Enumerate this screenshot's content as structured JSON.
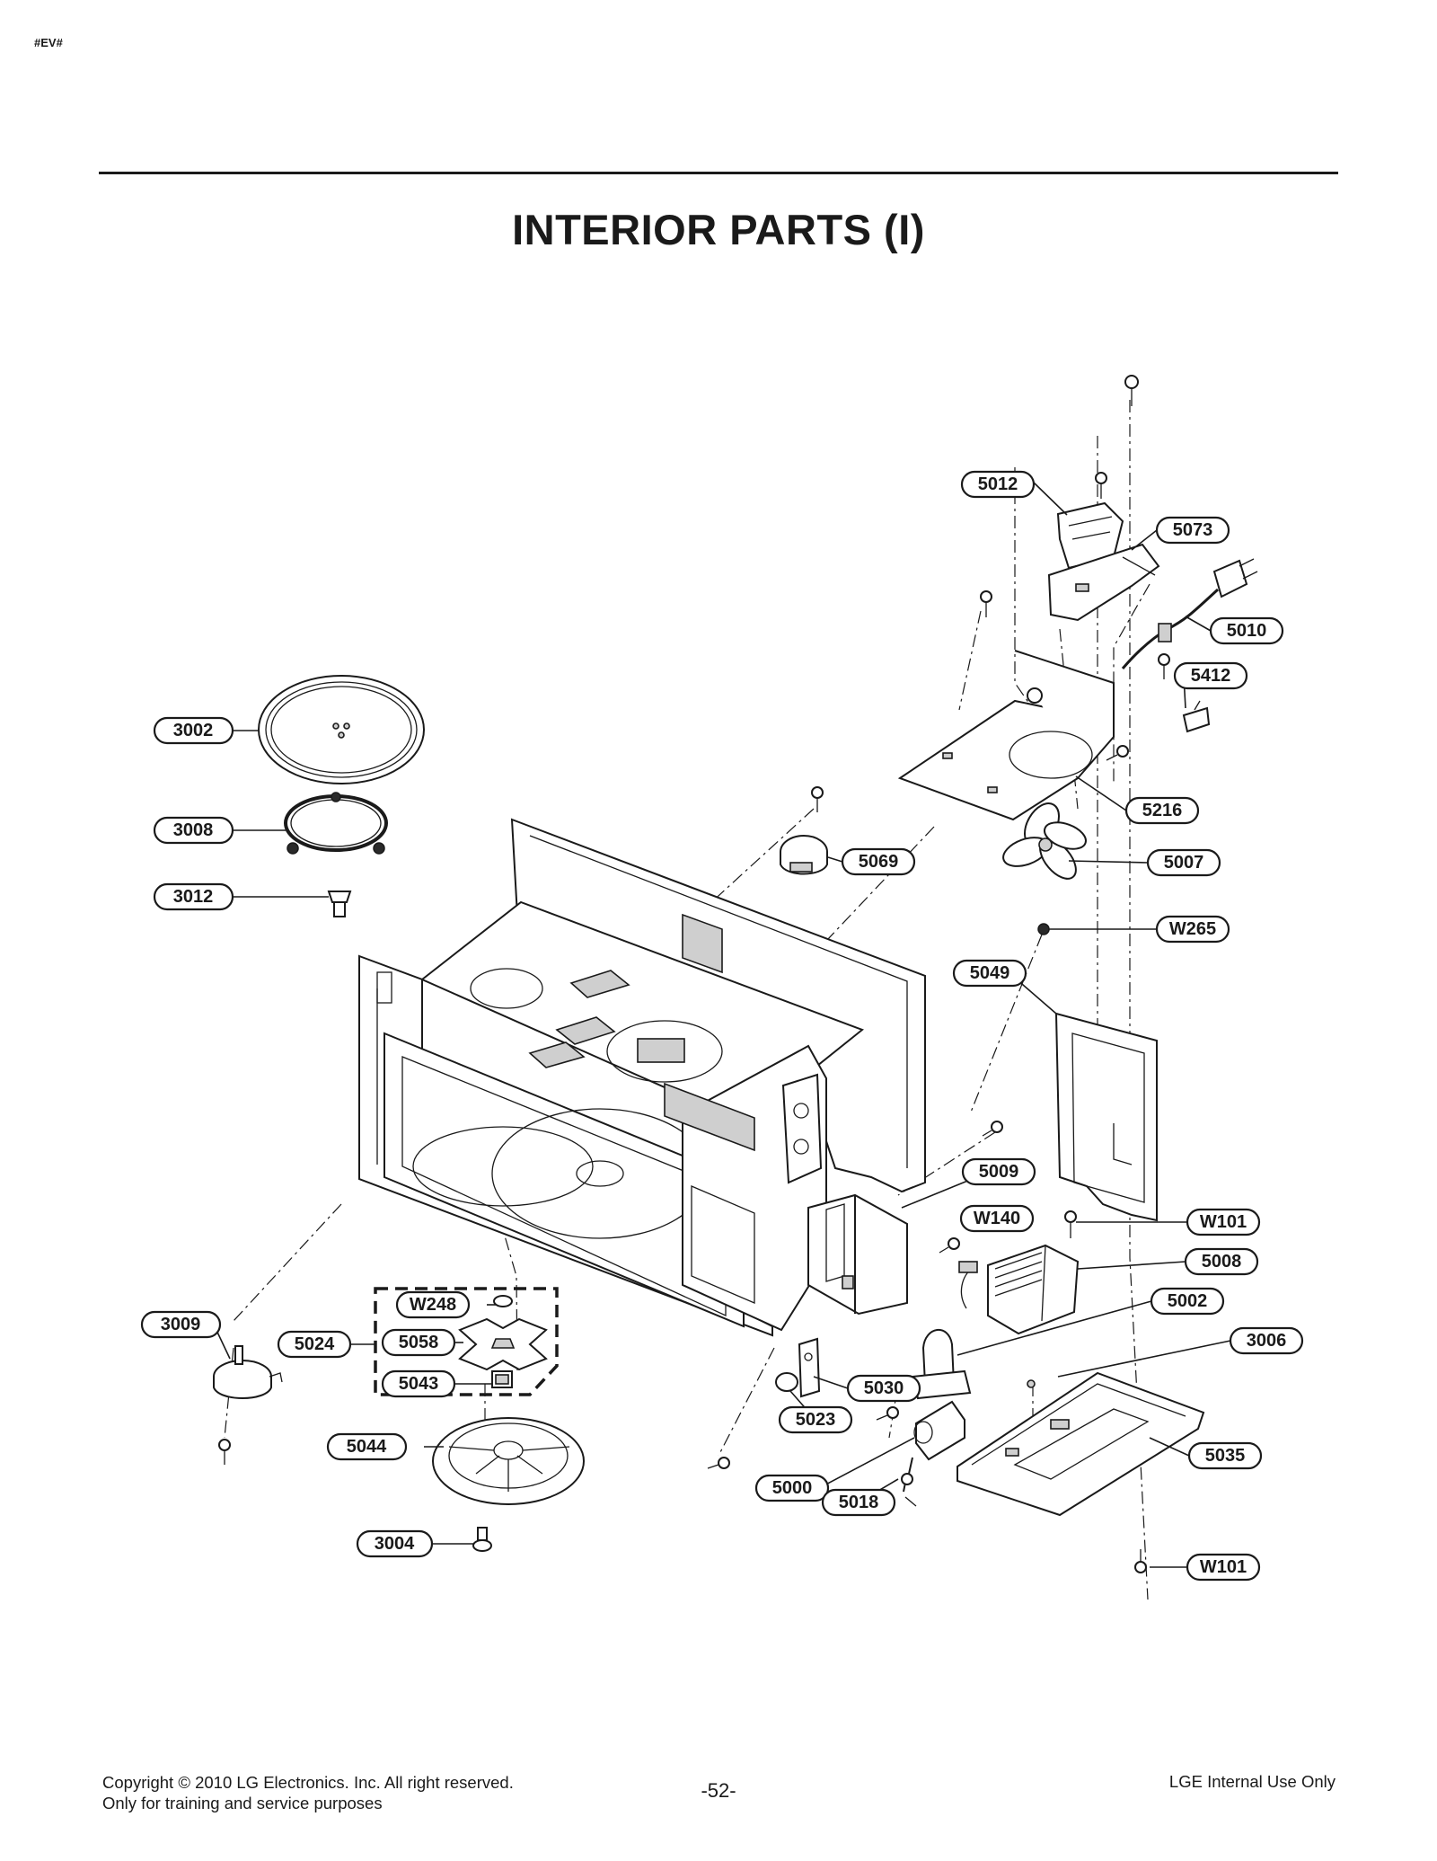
{
  "header": {
    "doc_tag": "#EV#"
  },
  "page": {
    "title": "INTERIOR PARTS (I)"
  },
  "callouts": [
    {
      "label": "5012"
    },
    {
      "label": "5073"
    },
    {
      "label": "5010"
    },
    {
      "label": "5412"
    },
    {
      "label": "3002"
    },
    {
      "label": "5216"
    },
    {
      "label": "3008"
    },
    {
      "label": "5069"
    },
    {
      "label": "5007"
    },
    {
      "label": "3012"
    },
    {
      "label": "W265"
    },
    {
      "label": "5049"
    },
    {
      "label": "5009"
    },
    {
      "label": "W140"
    },
    {
      "label": "W101"
    },
    {
      "label": "5008"
    },
    {
      "label": "W248"
    },
    {
      "label": "5002"
    },
    {
      "label": "3009"
    },
    {
      "label": "5024"
    },
    {
      "label": "5058"
    },
    {
      "label": "3006"
    },
    {
      "label": "5043"
    },
    {
      "label": "5030"
    },
    {
      "label": "5023"
    },
    {
      "label": "5044"
    },
    {
      "label": "5035"
    },
    {
      "label": "5000"
    },
    {
      "label": "5018"
    },
    {
      "label": "3004"
    },
    {
      "label": "W101"
    }
  ],
  "footer": {
    "copyright": "Copyright © 2010 LG Electronics. Inc. All right reserved.",
    "training_note": "Only for training and service purposes",
    "page_number": "-52-",
    "internal_use": "LGE Internal Use Only"
  }
}
